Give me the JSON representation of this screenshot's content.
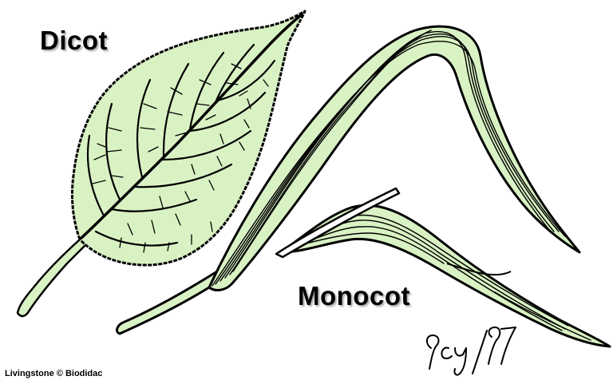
{
  "labels": {
    "dicot": "Dicot",
    "monocot": "Monocot"
  },
  "credit": "Livingstone © Biodidac",
  "signature": "9cy/97",
  "colors": {
    "leaf_fill": "#d9f2c4",
    "outline": "#000000",
    "background": "#ffffff"
  }
}
